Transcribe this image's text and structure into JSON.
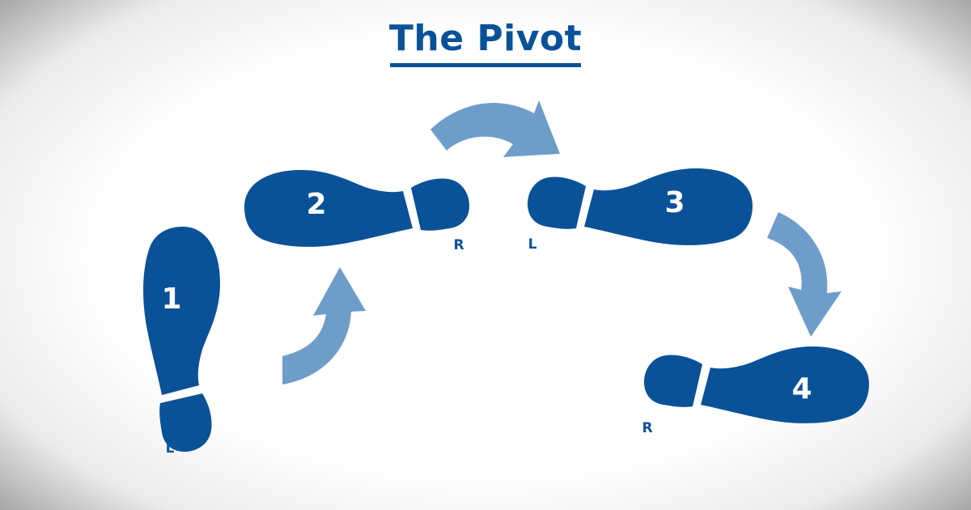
{
  "title": "The Pivot",
  "colors": {
    "footprint": "#0a5298",
    "arrow": "#6f9dc9",
    "title": "#0a5298"
  },
  "steps": [
    {
      "number": "1",
      "foot": "L"
    },
    {
      "number": "2",
      "foot": "R"
    },
    {
      "number": "3",
      "foot": "L"
    },
    {
      "number": "4",
      "foot": "R"
    }
  ]
}
